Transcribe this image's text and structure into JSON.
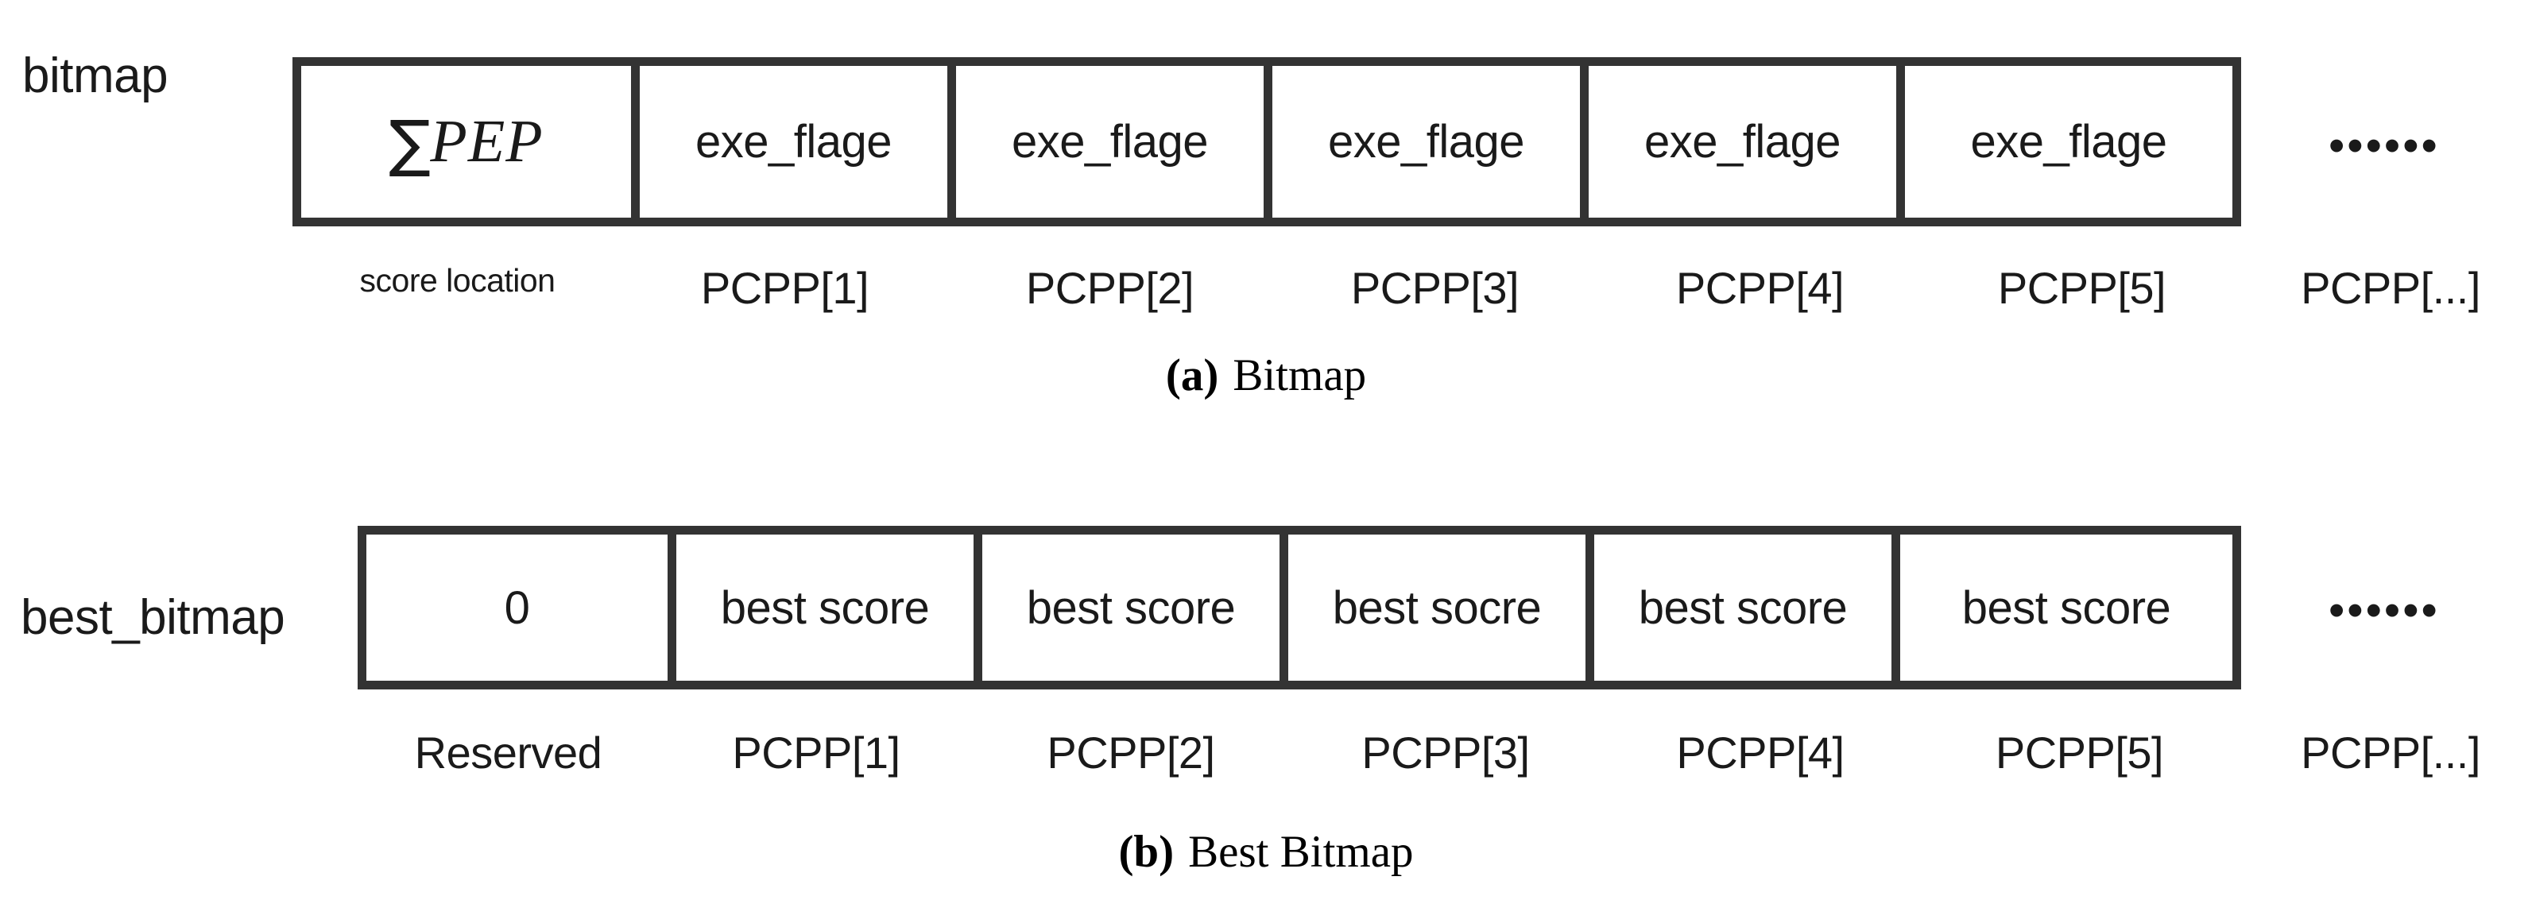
{
  "figure": {
    "panels": [
      {
        "id": "a",
        "row_label": "bitmap",
        "caption_tag": "(a)",
        "caption_text": "Bitmap",
        "cells": [
          {
            "kind": "math",
            "sigma": "∑",
            "italic": "PEP",
            "text": "∑PEP"
          },
          {
            "kind": "text",
            "text": "exe_flage"
          },
          {
            "kind": "text",
            "text": "exe_flage"
          },
          {
            "kind": "text",
            "text": "exe_flage"
          },
          {
            "kind": "text",
            "text": "exe_flage"
          },
          {
            "kind": "text",
            "text": "exe_flage"
          }
        ],
        "sub_labels": [
          "score location",
          "PCPP[1]",
          "PCPP[2]",
          "PCPP[3]",
          "PCPP[4]",
          "PCPP[5]"
        ],
        "trailing_label": "PCPP[...]",
        "ellipsis": "••••••"
      },
      {
        "id": "b",
        "row_label": "best_bitmap",
        "caption_tag": "(b)",
        "caption_text": "Best Bitmap",
        "cells": [
          {
            "kind": "text",
            "text": "0"
          },
          {
            "kind": "text",
            "text": "best score"
          },
          {
            "kind": "text",
            "text": "best score"
          },
          {
            "kind": "text",
            "text": "best socre"
          },
          {
            "kind": "text",
            "text": "best score"
          },
          {
            "kind": "text",
            "text": "best score"
          }
        ],
        "sub_labels": [
          "Reserved",
          "PCPP[1]",
          "PCPP[2]",
          "PCPP[3]",
          "PCPP[4]",
          "PCPP[5]"
        ],
        "trailing_label": "PCPP[...]",
        "ellipsis": "••••••"
      }
    ],
    "colors": {
      "border": "#333333",
      "text": "#1a1a1a",
      "background": "#ffffff"
    }
  }
}
